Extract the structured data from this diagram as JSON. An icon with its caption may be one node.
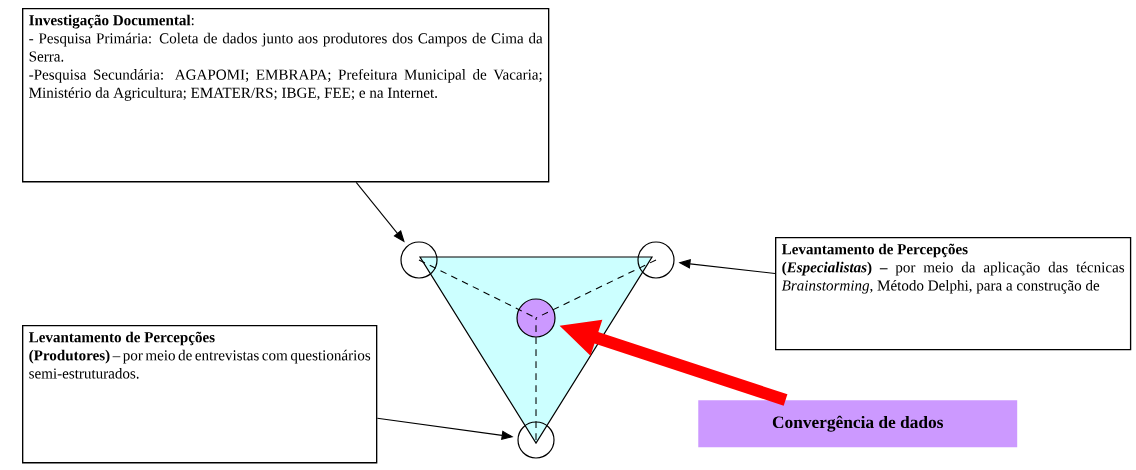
{
  "diagram": {
    "nodes": [
      {
        "text": [
          "**Investigação Documental**:",
          "- Pesquisa Primária: Coleta de dados junto aos produtores dos Campos de Cima da Serra.",
          "-Pesquisa Secundária: AGAPOMI; EMBRAPA; Prefeitura Municipal de Vacaria; Ministério da Agricultura; EMATER/RS; IBGE,  FEE; e na Internet."
        ]
      },
      {
        "text": [],
        "shape": "circle"
      },
      {
        "text": [],
        "shape": "circle"
      },
      {
        "text": [
          "Levantamento de Percepções",
          "**(*Especialistas*) –** por meio da aplicação das técnicas *Brainstorming*, Método Delphi, para a construção de"
        ]
      },
      {
        "text": [],
        "shape": "circle"
      },
      {
        "text": [
          "Levantamento de Percepções",
          "**(Produtores)** – por meio de entrevistas com questionários semi-estruturados."
        ]
      },
      {
        "text": [],
        "shape": "circle"
      },
      {
        "text": [
          "Convergência de dados"
        ]
      }
    ],
    "edges": [
      {
        "from": 0,
        "to": 1,
        "arrow": "to"
      },
      {
        "from": 3,
        "to": 2,
        "arrow": "to"
      },
      {
        "from": 5,
        "to": 6,
        "arrow": "to"
      },
      {
        "from": 7,
        "to": 4,
        "arrow": "to",
        "style": "thick",
        "color": "#ff0000"
      },
      {
        "from": 1,
        "to": 4,
        "arrow": "none",
        "style": "dashed"
      },
      {
        "from": 2,
        "to": 4,
        "arrow": "none",
        "style": "dashed"
      },
      {
        "from": 6,
        "to": 4,
        "arrow": "none",
        "style": "dashed"
      }
    ]
  }
}
